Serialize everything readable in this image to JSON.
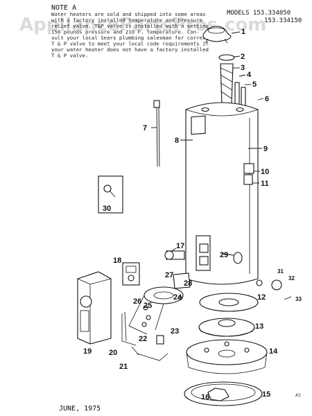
{
  "watermark": "AppliancePartsPros.com",
  "note": {
    "title": "NOTE A",
    "lines": [
      "Water heaters are sold and shipped into some areas",
      "with a factory installed temperature and pressure",
      "relief valve. T&P valve is installed with a setting",
      "150 pounds pressure and 210 F. temperature. Con-",
      "sult your local Sears plumbing salesman for correct",
      "T & P valve to meet your local code requirements if",
      "your water heater does not have a factory installed",
      "T & P valve."
    ]
  },
  "models": {
    "line1": "MODELS 153.334050",
    "line2": "153.334150"
  },
  "callouts": [
    "1",
    "2",
    "3",
    "4",
    "5",
    "6",
    "7",
    "8",
    "9",
    "10",
    "11",
    "12",
    "13",
    "14",
    "15",
    "16",
    "17",
    "18",
    "19",
    "20",
    "21",
    "22",
    "23",
    "24",
    "25",
    "26",
    "27",
    "28",
    "29",
    "30",
    "31",
    "32",
    "33"
  ],
  "date": "JUNE, 1975",
  "page_mark": "A5"
}
